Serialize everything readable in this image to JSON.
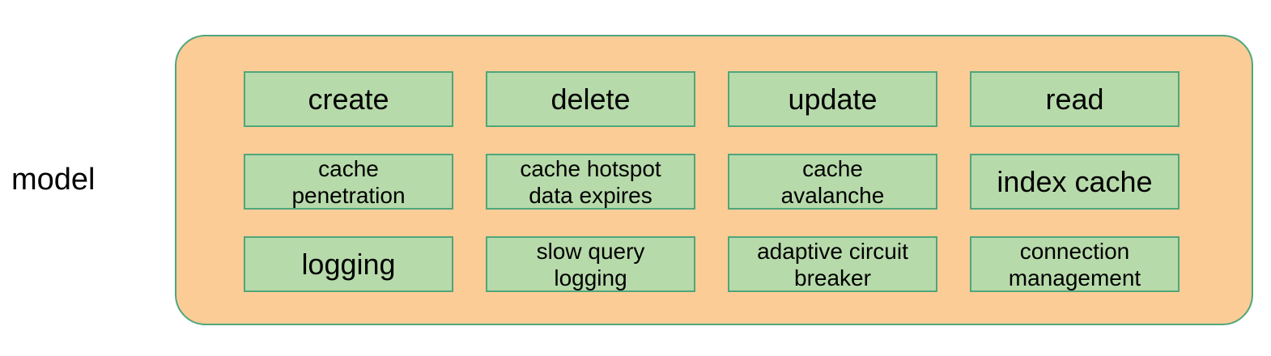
{
  "diagram": {
    "type": "grouped-node-grid",
    "background_color": "#ffffff",
    "label": "model",
    "container": {
      "fill_color": "#FCCC96",
      "border_color": "#4FA67B"
    },
    "node_style": {
      "fill_color": "#B7DAAA",
      "border_color": "#4FA67B",
      "text_color": "#000000"
    },
    "rows": [
      {
        "name": "operations-row",
        "nodes": [
          {
            "label": "create",
            "lines": 1
          },
          {
            "label": "delete",
            "lines": 1
          },
          {
            "label": "update",
            "lines": 1
          },
          {
            "label": "read",
            "lines": 1
          }
        ]
      },
      {
        "name": "cache-concerns-row",
        "nodes": [
          {
            "label": "cache\npenetration",
            "lines": 2
          },
          {
            "label": "cache hotspot\ndata expires",
            "lines": 2
          },
          {
            "label": "cache\navalanche",
            "lines": 2
          },
          {
            "label": "index cache",
            "lines": 1
          }
        ]
      },
      {
        "name": "observability-row",
        "nodes": [
          {
            "label": "logging",
            "lines": 1
          },
          {
            "label": "slow query\nlogging",
            "lines": 2
          },
          {
            "label": "adaptive circuit\nbreaker",
            "lines": 2
          },
          {
            "label": "connection\nmanagement",
            "lines": 2
          }
        ]
      }
    ]
  }
}
